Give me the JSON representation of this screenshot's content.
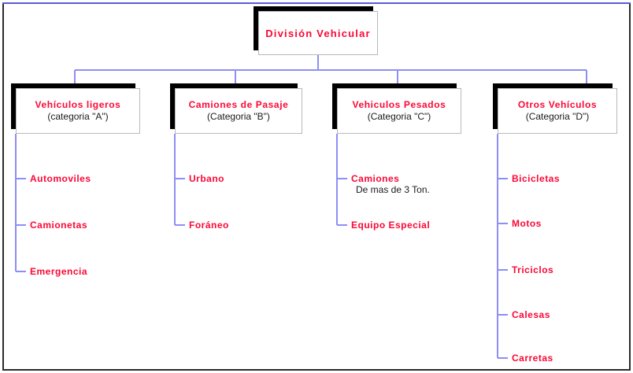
{
  "diagram": {
    "type": "organization-chart",
    "title": "División  Vehicular",
    "colors": {
      "accent_red": "#fb0735",
      "connector_blue": "#8e8ef5",
      "shadow_black": "#000000",
      "box_border": "#b9b9b9",
      "page_border": "#2b2b2b",
      "background": "#ffffff",
      "sub_text": "#1a1a1a"
    },
    "root": {
      "label": "División  Vehicular"
    },
    "branches": [
      {
        "id": "a",
        "title": "Vehículos ligeros",
        "subtitle": "(categoria \"A\")",
        "children": [
          {
            "label": "Automoviles",
            "note": ""
          },
          {
            "label": "Camionetas",
            "note": ""
          },
          {
            "label": "Emergencia",
            "note": ""
          }
        ]
      },
      {
        "id": "b",
        "title": "Camiones de Pasaje",
        "subtitle": "(Categoria \"B\")",
        "children": [
          {
            "label": "Urbano",
            "note": ""
          },
          {
            "label": "Foráneo",
            "note": ""
          }
        ]
      },
      {
        "id": "c",
        "title": "Vehiculos Pesados",
        "subtitle": "(Categoria \"C\")",
        "children": [
          {
            "label": "Camiones",
            "note": "De mas de 3 Ton."
          },
          {
            "label": "Equipo Especial",
            "note": ""
          }
        ]
      },
      {
        "id": "d",
        "title": "Otros Vehículos",
        "subtitle": "(Categoria \"D\")",
        "children": [
          {
            "label": "Bicicletas",
            "note": ""
          },
          {
            "label": "Motos",
            "note": ""
          },
          {
            "label": "Triciclos",
            "note": ""
          },
          {
            "label": "Calesas",
            "note": ""
          },
          {
            "label": "Carretas",
            "note": ""
          }
        ]
      }
    ]
  }
}
